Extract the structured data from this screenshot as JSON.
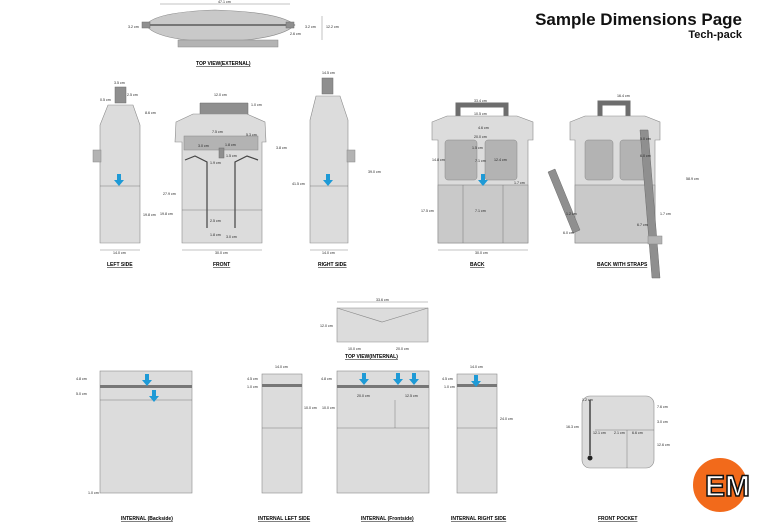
{
  "header": {
    "title": "Sample Dimensions Page",
    "subtitle": "Tech-pack"
  },
  "views": {
    "top_external": "TOP VIEW(EXTERNAL)",
    "left_side": "LEFT SIDE",
    "front": "FRONT",
    "right_side": "RIGHT SIDE",
    "back": "BACK",
    "back_straps": "BACK WITH STRAPS",
    "top_internal": "TOP VIEW(INTERNAL)",
    "internal_backside": "INTERNAL (Backside)",
    "internal_left": "INTERNAL LEFT SIDE",
    "internal_front": "INTERNAL (Frontside)",
    "internal_right": "INTERNAL RIGHT SIDE",
    "front_pocket": "FRONT POCKET"
  },
  "dims": {
    "top_width": "47.1 cm",
    "top_left": "3.2 cm",
    "top_right_a": "3.2 cm",
    "top_right_b": "12.2 cm",
    "top_right_c": "2.6 cm",
    "ls_a": "3.5 cm",
    "ls_b": "2.5 cm",
    "ls_c": "0.5 cm",
    "ls_d": "8.6 cm",
    "ls_e": "19.8 cm",
    "ls_w": "14.0 cm",
    "fr_a": "12.0 cm",
    "fr_b": "1.0 cm",
    "fr_c": "7.5 cm",
    "fr_d": "3.0 cm",
    "fr_e": "1.8 cm",
    "fr_f": "5.3 cm",
    "fr_g": "1.5 cm",
    "fr_h": "3.8 cm",
    "fr_i": "1.9 cm",
    "fr_j": "27.9 cm",
    "fr_k": "19.8 cm",
    "fr_l": "2.5 cm",
    "fr_m": "1.8 cm",
    "fr_n": "3.0 cm",
    "fr_w": "30.0 cm",
    "rs_top": "14.5 cm",
    "rs_h1": "41.5 cm",
    "rs_h2": "39.0 cm",
    "rs_w": "14.0 cm",
    "bk_a": "33.4 cm",
    "bk_b": "10.5 cm",
    "bk_c": "4.6 cm",
    "bk_d": "20.0 cm",
    "bk_e": "1.5 cm",
    "bk_f": "14.8 cm",
    "bk_g": "7.1 cm",
    "bk_h": "12.4 cm",
    "bk_i": "1.7 cm",
    "bk_j": "17.5 cm",
    "bk_k": "7.1 cm",
    "bk_w": "30.0 cm",
    "bs_a": "16.4 cm",
    "bs_b": "5.0 cm",
    "bs_c": "6.0 cm",
    "bs_d": "58.9 cm",
    "bs_e": "1.2 cm",
    "bs_f": "1.7 cm",
    "bs_g": "6.7 cm",
    "bs_h": "6.0 cm",
    "ti_w": "33.6 cm",
    "ti_h": "12.0 cm",
    "ti_a": "10.0 cm",
    "ti_b": "20.0 cm",
    "ib_a": "4.8 cm",
    "ib_b": "5.0 cm",
    "ib_c": "1.0 cm",
    "il_top": "14.0 cm",
    "il_a": "4.5 cm",
    "il_b": "1.0 cm",
    "il_c": "10.0 cm",
    "if_a": "4.8 cm",
    "if_b": "10.0 cm",
    "if_c": "20.0 cm",
    "if_d": "12.5 cm",
    "ir_top": "14.0 cm",
    "ir_a": "4.5 cm",
    "ir_b": "1.0 cm",
    "ir_c": "24.0 cm",
    "fp_a": "1.2 cm",
    "fp_b": "16.3 cm",
    "fp_c": "12.1 cm",
    "fp_d": "2.1 cm",
    "fp_e": "6.6 cm",
    "fp_f": "7.6 cm",
    "fp_g": "3.0 cm",
    "fp_h": "12.6 cm"
  },
  "logo": {
    "letters": "EM",
    "color": "#f26a1b"
  }
}
